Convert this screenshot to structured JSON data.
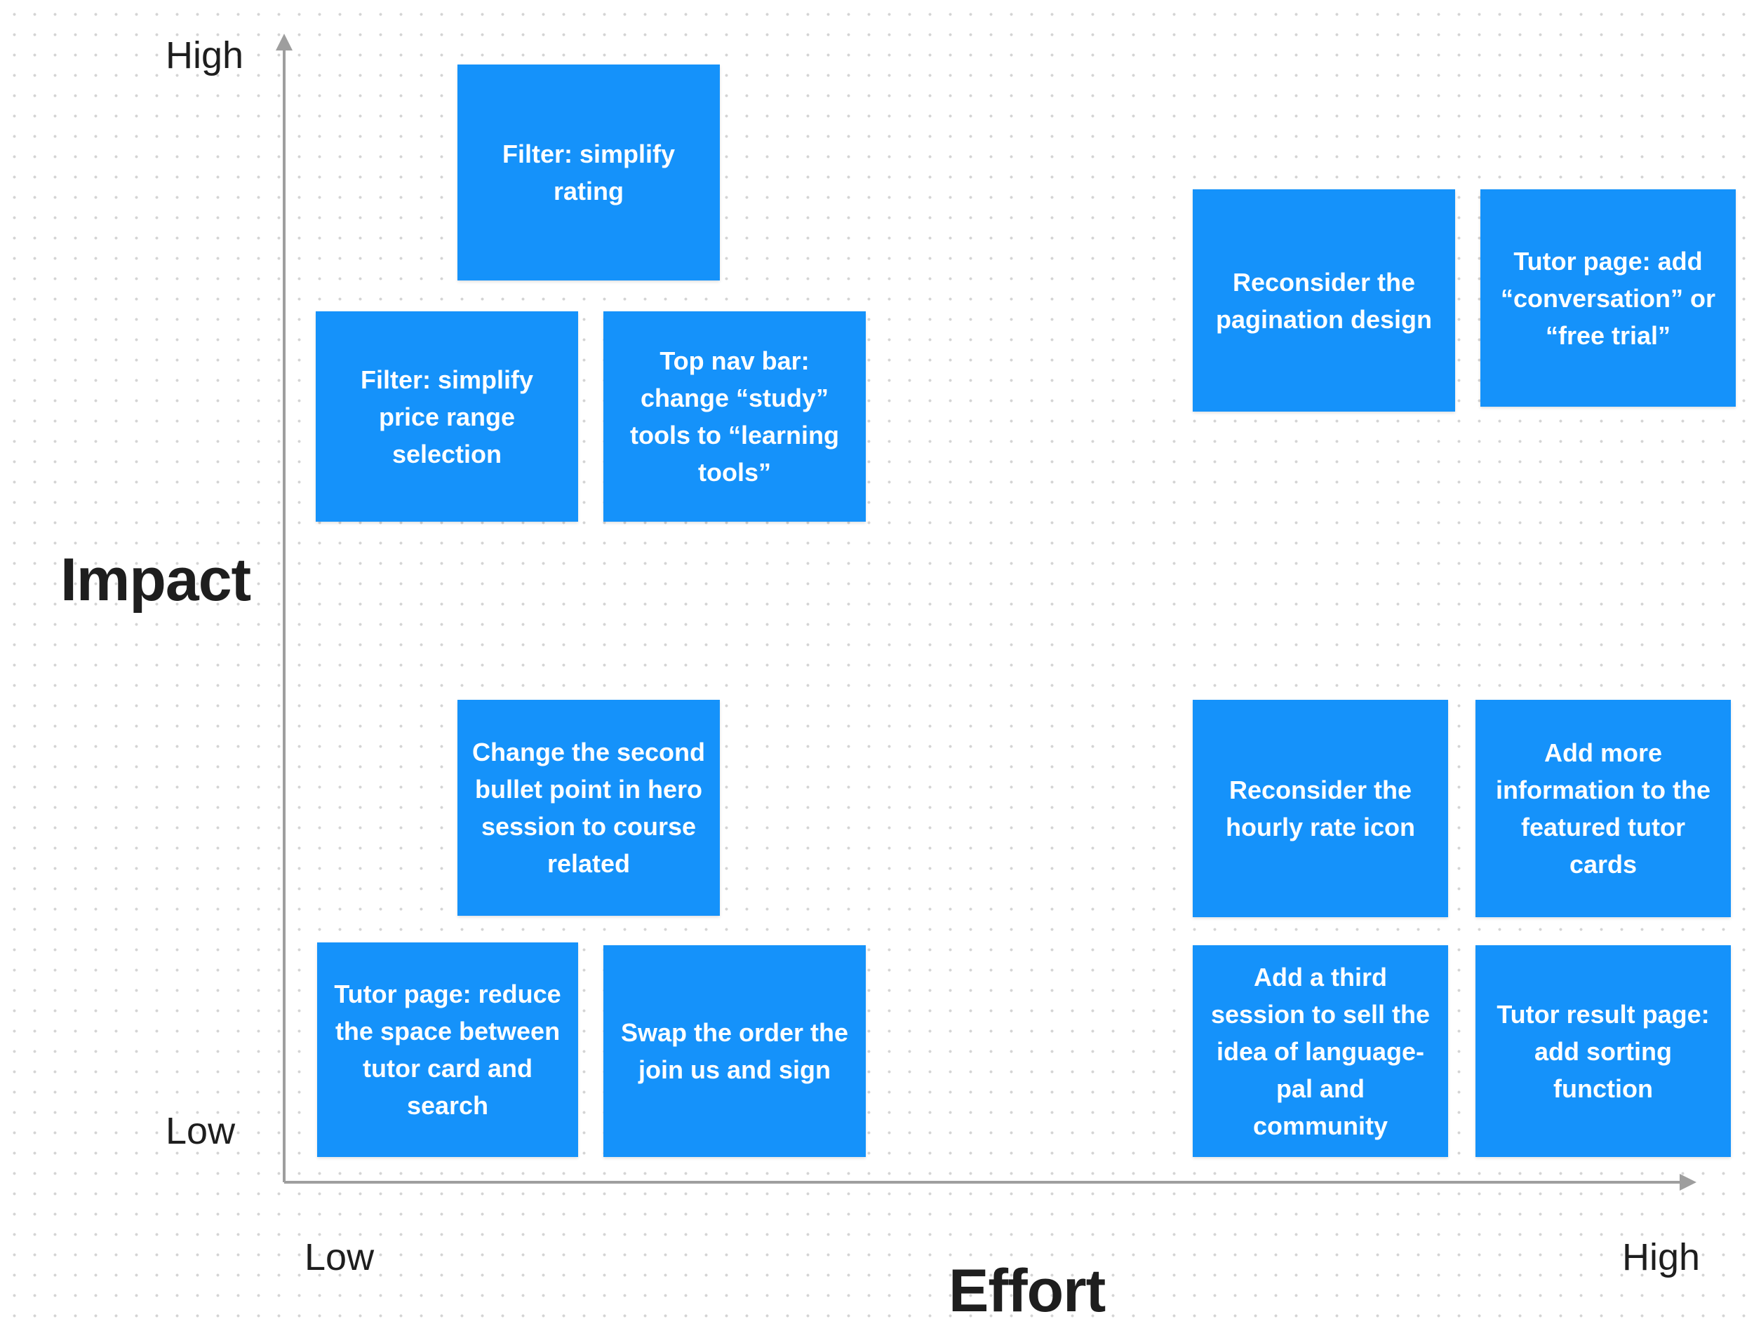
{
  "axes": {
    "y_title": "Impact",
    "x_title": "Effort",
    "y_high": "High",
    "y_low": "Low",
    "x_low": "Low",
    "x_high": "High",
    "line_color": "#9e9e9e"
  },
  "sticky_color": "#1592fa",
  "notes": [
    {
      "text": "Filter: simplify rating"
    },
    {
      "text": "Filter: simplify price range selection"
    },
    {
      "text": "Top nav bar: change “study” tools to “learning tools”"
    },
    {
      "text": "Reconsider the pagination design"
    },
    {
      "text": "Tutor page: add “conversation” or “free trial”"
    },
    {
      "text": "Change the second bullet point in hero session to course related"
    },
    {
      "text": "Reconsider the hourly rate icon"
    },
    {
      "text": "Add more information to the featured tutor cards"
    },
    {
      "text": "Tutor page: reduce the space between tutor card and search"
    },
    {
      "text": "Swap the order the join us and sign"
    },
    {
      "text": "Add a third session to sell the idea of language-pal and community"
    },
    {
      "text": "Tutor result page: add sorting function"
    }
  ]
}
